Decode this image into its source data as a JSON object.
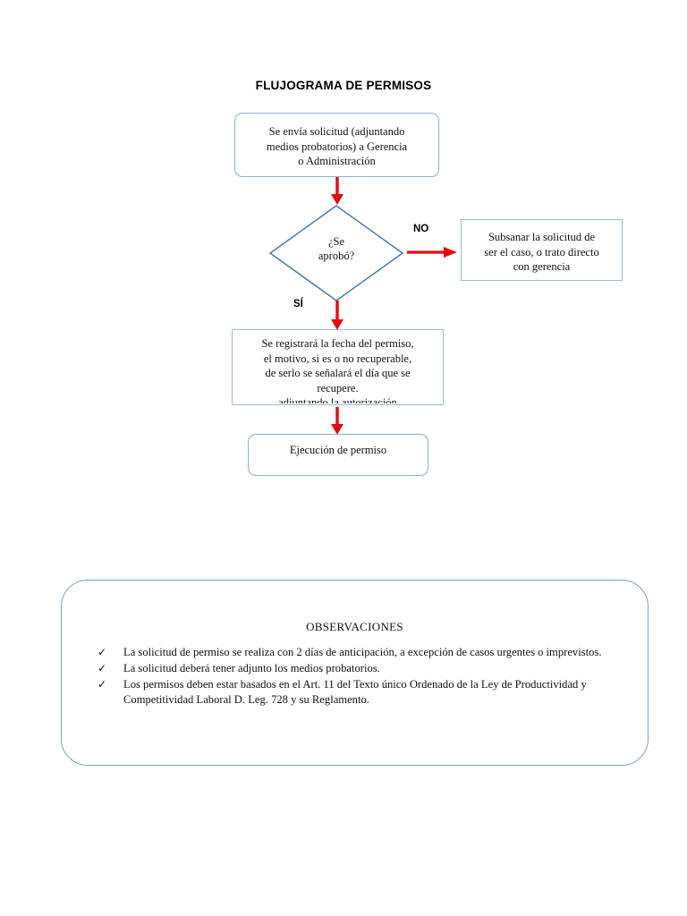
{
  "document": {
    "title": "FLUJOGRAMA DE PERMISOS"
  },
  "flowchart": {
    "nodes": {
      "start": {
        "line1": "Se envía solicitud (adjuntando",
        "line2": "medios probatorios) a Gerencia",
        "line3": "o Administración"
      },
      "decision": {
        "line1": "¿Se",
        "line2": "aprobó?"
      },
      "subsanar": {
        "line1": "Subsanar la solicitud de",
        "line2": "ser el caso, o trato directo",
        "line3": "con gerencia"
      },
      "registro": {
        "line1": "Se registrará la fecha del permiso,",
        "line2": "el motivo, si es o no recuperable,",
        "line3": "de serlo se señalará el día que se",
        "line4": "recupere.",
        "line5_clipped": "adjuntando la autorización"
      },
      "ejecucion": {
        "label": "Ejecución de permiso"
      }
    },
    "branch_labels": {
      "no": "NO",
      "si": "SÍ"
    },
    "colors": {
      "arrow_red": "#e00d0d",
      "box_border_blue": "#8faccd",
      "diamond_border_blue": "#4472a8",
      "panel_border_blue": "#7e9fd0"
    }
  },
  "observations": {
    "title": "OBSERVACIONES",
    "bullet_icon": "check-mark",
    "items": [
      "La solicitud de permiso se realiza con 2 días de anticipación, a excepción de casos urgentes o imprevistos.",
      "La solicitud deberá tener adjunto los medios probatorios.",
      "Los permisos deben estar basados en el Art. 11 del Texto único Ordenado de la Ley de Productividad y Competitividad Laboral D. Leg. 728 y su Reglamento."
    ]
  }
}
